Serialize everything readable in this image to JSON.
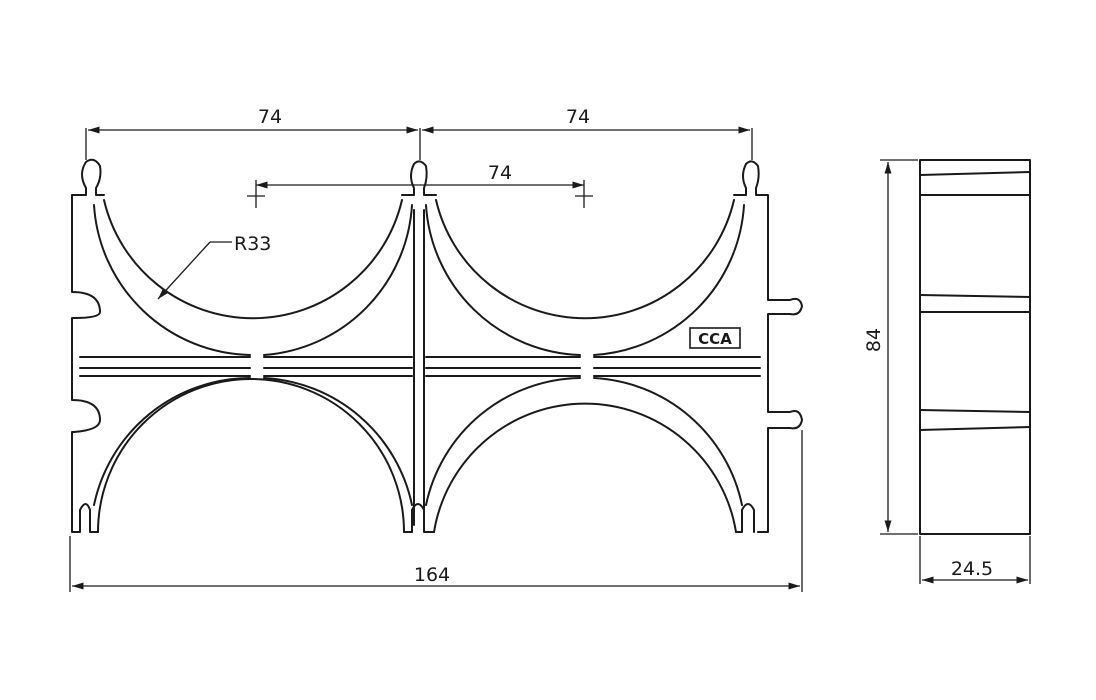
{
  "drawing": {
    "dimensions": {
      "top_left_spacing": "74",
      "top_right_spacing": "74",
      "center_spacing": "74",
      "radius": "R33",
      "overall_width": "164",
      "height": "84",
      "depth": "24.5"
    },
    "logo_text": "CCA",
    "colors": {
      "line": "#1a1a1a",
      "background": "#ffffff"
    }
  }
}
